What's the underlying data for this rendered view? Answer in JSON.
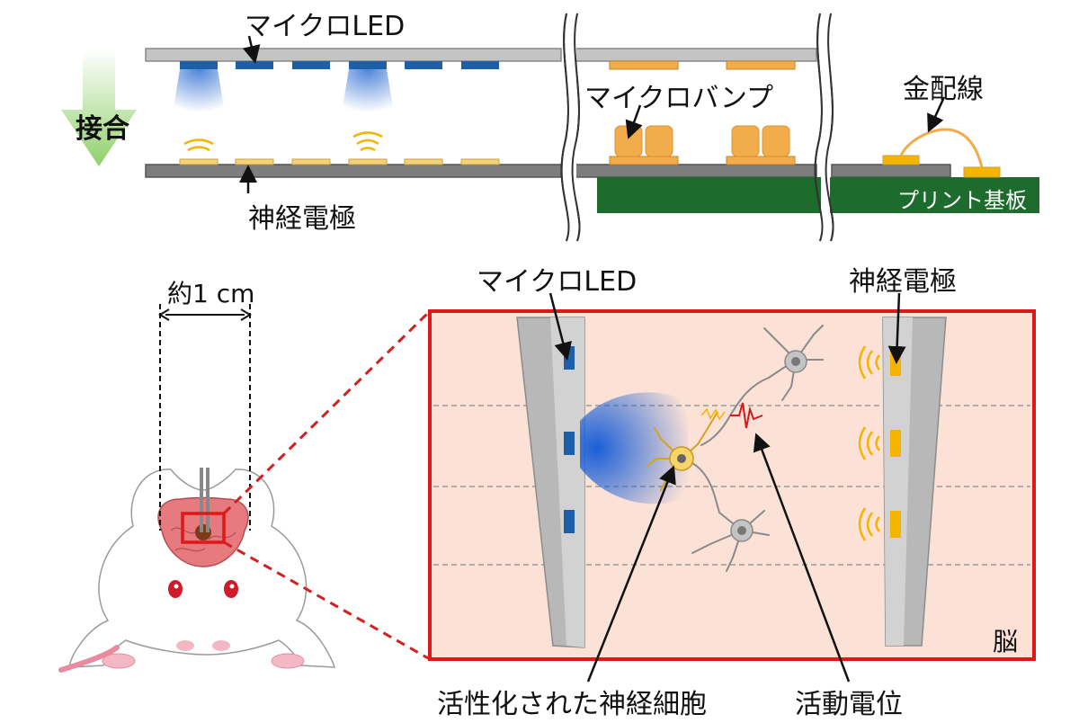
{
  "top_panel": {
    "micro_led_label": "マイクロLED",
    "bonding_label": "接合",
    "neural_electrode_label": "神経電極",
    "micro_bump_label": "マイクロバンプ",
    "gold_wire_label": "金配線",
    "pcb_label": "プリント基板"
  },
  "mouse_panel": {
    "scale_label": "約1 cm"
  },
  "zoom_panel": {
    "micro_led_label": "マイクロLED",
    "neural_electrode_label": "神経電極",
    "brain_label": "脳",
    "activated_neuron_label": "活性化された神経細胞",
    "action_potential_label": "活動電位"
  },
  "colors": {
    "led_blue": "#1f5fa8",
    "electrode_gold": "#f4b400",
    "pcb_green": "#1e6b2e",
    "bump_orange": "#f2ac4b",
    "arrow_green": "#9bd57c",
    "zoom_frame_red": "#e01818",
    "brain_bg": "#fbe1d6",
    "shank_gray": "#b8b8b8"
  }
}
